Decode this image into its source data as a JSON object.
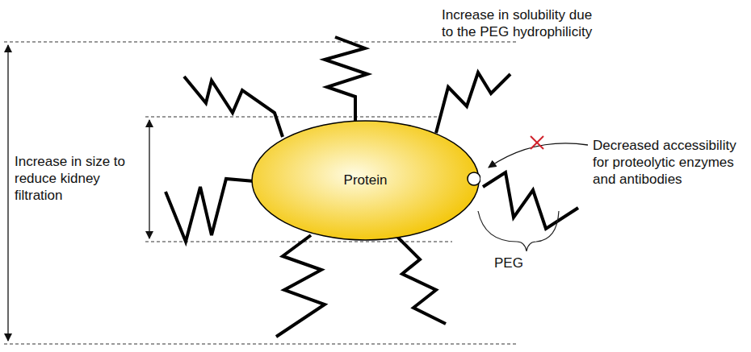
{
  "diagram": {
    "nodes": [
      {
        "text": [
          "Protein"
        ]
      }
    ],
    "labels": [
      "Increase in solubility due to the PEG hydrophilicity",
      "Increase in size to reduce kidney filtration",
      "Decreased accessibility for proteolytic enzymes and antibodies",
      "PEG"
    ]
  }
}
